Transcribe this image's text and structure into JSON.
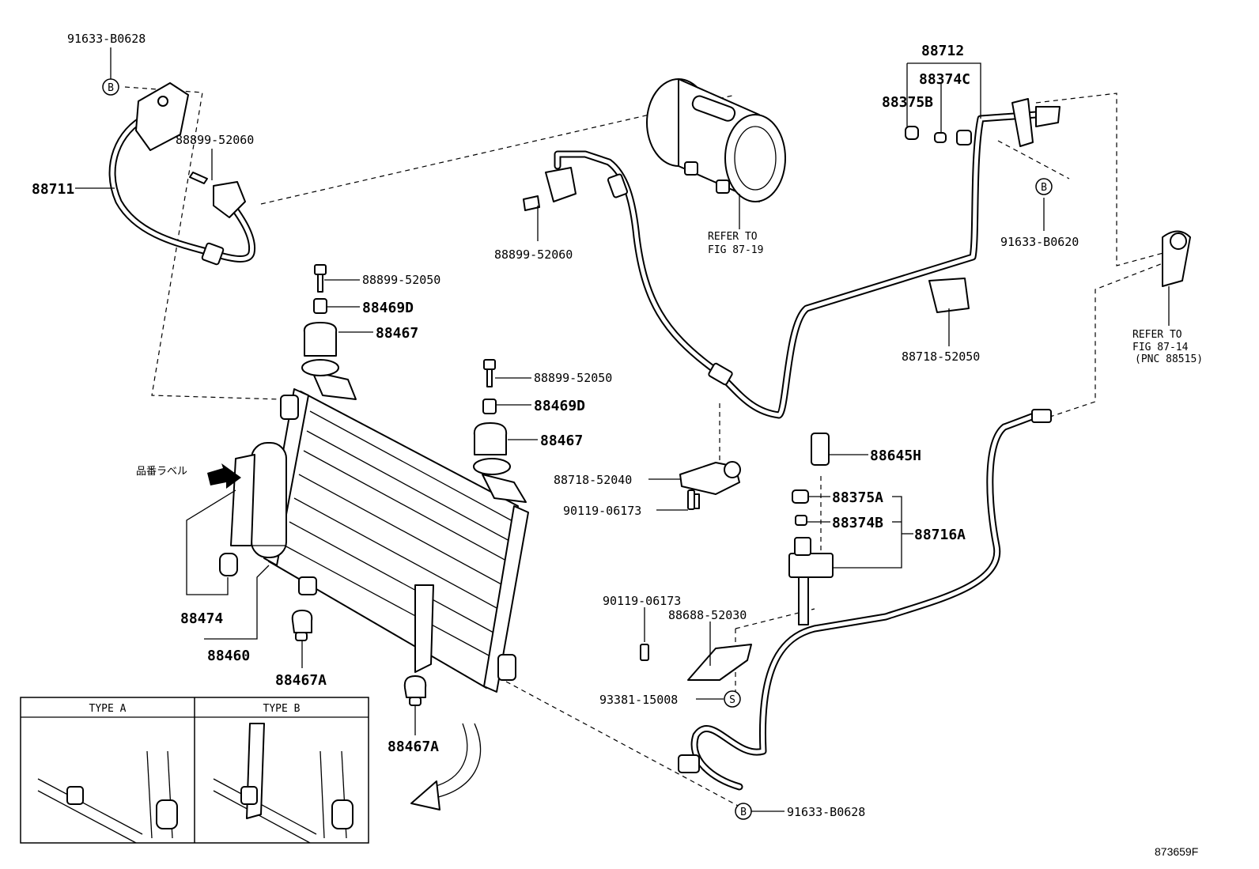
{
  "labels": {
    "p91633_b0628_top": "91633-B0628",
    "p88711": "88711",
    "p88899_52060_left": "88899-52060",
    "p88899_52050_a": "88899-52050",
    "p88469d_a": "88469D",
    "p88467_a": "88467",
    "p88899_52050_b": "88899-52050",
    "p88469d_b": "88469D",
    "p88467_b": "88467",
    "hinban_label": "品番ラベル",
    "p88474": "88474",
    "p88460": "88460",
    "p88467a_left": "88467A",
    "p88467a_right": "88467A",
    "p88899_52060_mid": "88899-52060",
    "refer_compressor_1": "REFER TO",
    "refer_compressor_2": "FIG 87-19",
    "p88712": "88712",
    "p88374c": "88374C",
    "p88375b": "88375B",
    "p91633_b0620": "91633-B0620",
    "p88718_52050": "88718-52050",
    "refer_right_1": "REFER TO",
    "refer_right_2": "FIG 87-14",
    "refer_right_3": "(PNC 88515)",
    "p88718_52040": "88718-52040",
    "p90119_06173_a": "90119-06173",
    "p88645h": "88645H",
    "p88375a": "88375A",
    "p88374b": "88374B",
    "p88716a": "88716A",
    "p90119_06173_b": "90119-06173",
    "p88688_52030": "88688-52030",
    "p93381_15008": "93381-15008",
    "p91633_b0628_bottom": "91633-B0628",
    "circle_b": "B",
    "circle_s": "S",
    "type_a": "TYPE A",
    "type_b": "TYPE B",
    "figure_code": "873659F"
  }
}
